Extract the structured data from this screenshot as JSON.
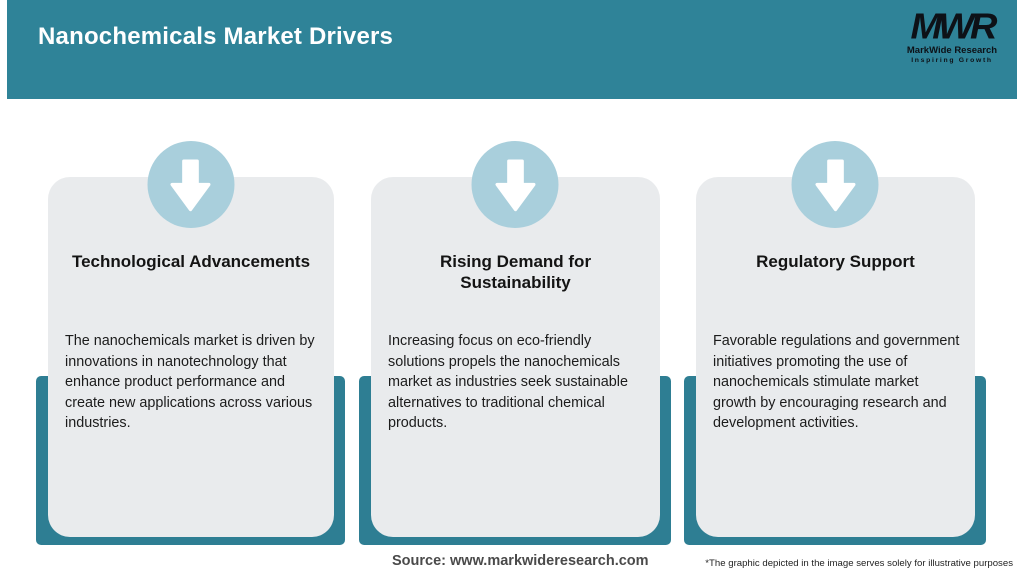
{
  "header": {
    "title": "Nanochemicals Market Drivers"
  },
  "logo": {
    "monogram": "MWR",
    "name": "MarkWide Research",
    "tagline": "Inspiring Growth"
  },
  "cards": [
    {
      "title": "Technological Advancements",
      "description": "The nanochemicals market is driven by innovations in nanotechnology that enhance product performance and create new applications across various industries."
    },
    {
      "title": "Rising Demand for\nSustainability",
      "description": "Increasing focus on eco-friendly solutions propels the nanochemicals market as industries seek sustainable alternatives to traditional chemical products."
    },
    {
      "title": "Regulatory Support",
      "description": "Favorable regulations and government initiatives promoting the use of nanochemicals stimulate market growth by encouraging research and development activities."
    }
  ],
  "footer": {
    "source": "Source: www.markwideresearch.com",
    "disclaimer": "*The graphic depicted in the image serves solely for illustrative purposes"
  },
  "colors": {
    "header_bg": "#2F8398",
    "band_teal": "#2E7E93",
    "circle_blue": "#A9CFDC",
    "card_bg": "#E9EBED"
  }
}
